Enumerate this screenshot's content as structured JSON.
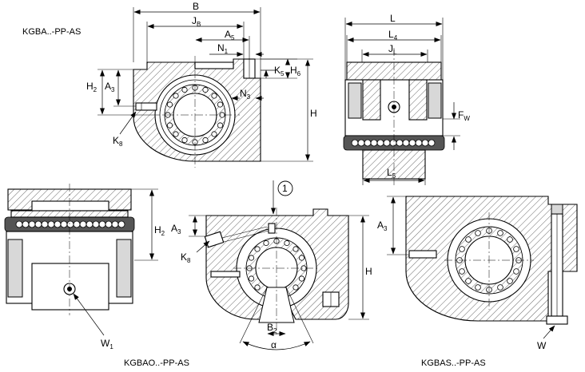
{
  "titles": {
    "kgba": "KGBA..-PP-AS",
    "kgbao": "KGBAO..-PP-AS",
    "kgbas": "KGBAS..-PP-AS"
  },
  "dims": {
    "B": {
      "main": "B",
      "sub": ""
    },
    "JB": {
      "main": "J",
      "sub": "B"
    },
    "A5": {
      "main": "A",
      "sub": "5"
    },
    "N1": {
      "main": "N",
      "sub": "1"
    },
    "K5": {
      "main": "K",
      "sub": "5"
    },
    "H6": {
      "main": "H",
      "sub": "6"
    },
    "H2a": {
      "main": "H",
      "sub": "2"
    },
    "A3a": {
      "main": "A",
      "sub": "3"
    },
    "N3": {
      "main": "N",
      "sub": "3"
    },
    "Ha": {
      "main": "H",
      "sub": ""
    },
    "K8a": {
      "main": "K",
      "sub": "8"
    },
    "L": {
      "main": "L",
      "sub": ""
    },
    "L4": {
      "main": "L",
      "sub": "4"
    },
    "JL": {
      "main": "J",
      "sub": "L"
    },
    "FW": {
      "main": "F",
      "sub": "W"
    },
    "L5": {
      "main": "L",
      "sub": "5"
    },
    "H2b": {
      "main": "H",
      "sub": "2"
    },
    "W1": {
      "main": "W",
      "sub": "1"
    },
    "A3b": {
      "main": "A",
      "sub": "3"
    },
    "K8b": {
      "main": "K",
      "sub": "8"
    },
    "Hb": {
      "main": "H",
      "sub": ""
    },
    "B2": {
      "main": "B",
      "sub": "2"
    },
    "alpha": {
      "main": "α",
      "sub": ""
    },
    "A3c": {
      "main": "A",
      "sub": "3"
    },
    "W": {
      "main": "W",
      "sub": ""
    }
  },
  "marker": "1"
}
